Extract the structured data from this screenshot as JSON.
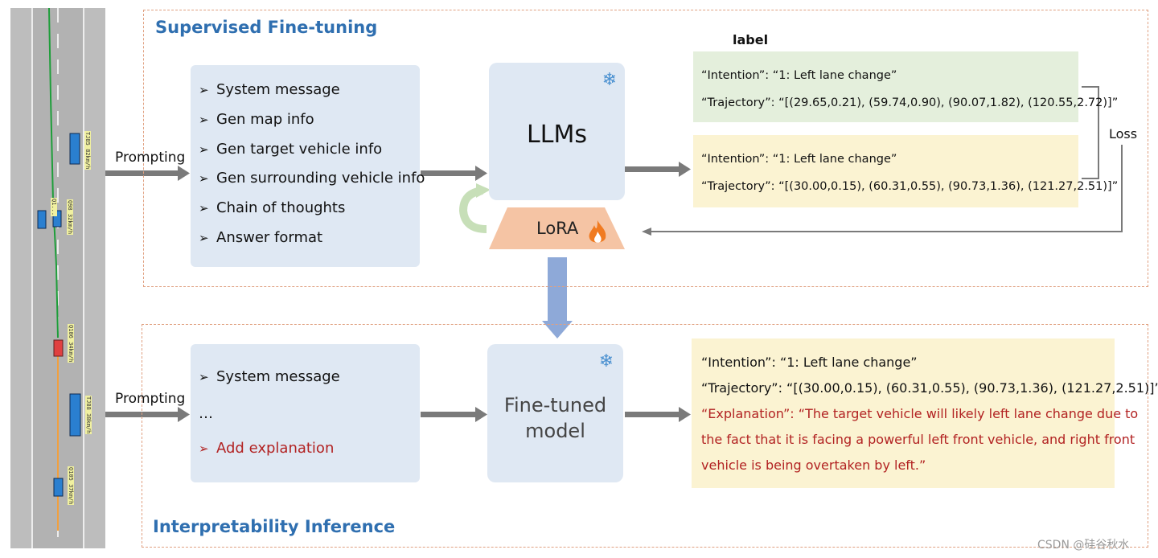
{
  "sections": {
    "sft_title": "Supervised Fine-tuning",
    "inference_title": "Interpretability Inference"
  },
  "road": {
    "vehicles": [
      {
        "tag": "TJ85 82km/h"
      },
      {
        "tag": "Q98 32km/h"
      },
      {
        "tag": "Q1..."
      },
      {
        "tag": "Q106 34km/h"
      },
      {
        "tag": "TJ88 38km/h"
      },
      {
        "tag": "Q105 37km/h"
      }
    ]
  },
  "sft": {
    "prompting_label": "Prompting",
    "prompt_items": [
      "System  message",
      "Gen map info",
      "Gen target vehicle info",
      "Gen surrounding vehicle info",
      "Chain of thoughts",
      "Answer format"
    ],
    "model_label": "LLMs",
    "lora_label": "LoRA",
    "label_heading": "label",
    "label_intention": "“Intention”: “1: Left lane change”",
    "label_trajectory": "“Trajectory”: “[(29.65,0.21), (59.74,0.90), (90.07,1.82), (120.55,2.72)]”",
    "pred_intention": "“Intention”: “1: Left lane change”",
    "pred_trajectory": "“Trajectory”: “[(30.00,0.15), (60.31,0.55), (90.73,1.36), (121.27,2.51)]”",
    "loss_label": "Loss"
  },
  "inference": {
    "prompting_label": "Prompting",
    "prompt_items": [
      "System  message",
      "…",
      "Add explanation"
    ],
    "model_label_line1": "Fine-tuned",
    "model_label_line2": "model",
    "out_intention": "“Intention”: “1: Left lane change”",
    "out_trajectory": "“Trajectory”: “[(30.00,0.15), (60.31,0.55), (90.73,1.36), (121.27,2.51)]”",
    "out_explanation_1": "“Explanation”: “The target vehicle will likely left lane change due to",
    "out_explanation_2": "the fact that it is facing a powerful left front vehicle, and right front",
    "out_explanation_3": "vehicle is being overtaken by left.”"
  },
  "watermark": "CSDN @硅谷秋水",
  "icons": {
    "frozen": "snowflake-icon",
    "trainable": "flame-icon",
    "bullet": "arrowhead-icon"
  },
  "colors": {
    "title_blue": "#2f6fb0",
    "box_blue": "#dfe8f3",
    "label_green": "#e4efdc",
    "pred_yellow": "#fbf3d2",
    "explanation_red": "#b22222",
    "lora_peach": "#f5c4a4"
  }
}
